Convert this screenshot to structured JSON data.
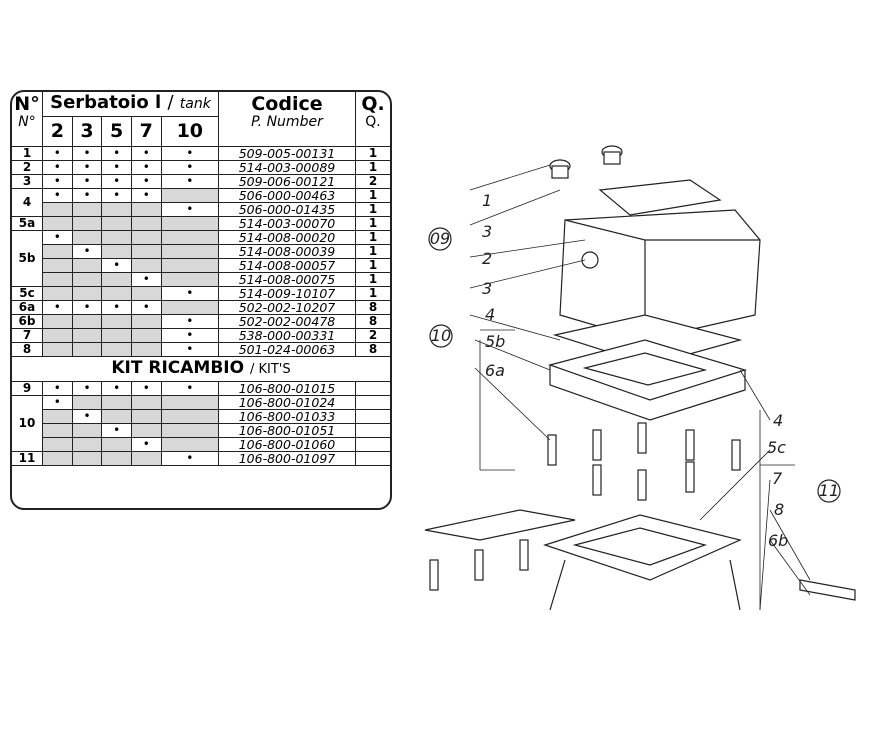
{
  "header": {
    "no": "N°",
    "no_sub": "N°",
    "tank_title": "Serbatoio l",
    "tank_sep": "/",
    "tank_en": "tank",
    "tanks": [
      "2",
      "3",
      "5",
      "7",
      "10"
    ],
    "code": "Codice",
    "code_sub": "P. Number",
    "q": "Q.",
    "q_sub": "Q."
  },
  "groups": [
    {
      "no": "1",
      "rows": [
        {
          "t": [
            1,
            1,
            1,
            1,
            1
          ],
          "code": "509-005-00131",
          "q": "1"
        }
      ]
    },
    {
      "no": "2",
      "rows": [
        {
          "t": [
            1,
            1,
            1,
            1,
            1
          ],
          "code": "514-003-00089",
          "q": "1"
        }
      ]
    },
    {
      "no": "3",
      "rows": [
        {
          "t": [
            1,
            1,
            1,
            1,
            1
          ],
          "code": "509-006-00121",
          "q": "2"
        }
      ]
    },
    {
      "no": "4",
      "rows": [
        {
          "t": [
            1,
            1,
            1,
            1,
            0
          ],
          "code": "506-000-00463",
          "q": "1"
        },
        {
          "t": [
            0,
            0,
            0,
            0,
            1
          ],
          "code": "506-000-01435",
          "q": "1"
        }
      ]
    },
    {
      "no": "5a",
      "rows": [
        {
          "t": [
            0,
            0,
            0,
            0,
            0
          ],
          "code": "514-003-00070",
          "q": "1"
        }
      ]
    },
    {
      "no": "5b",
      "rows": [
        {
          "t": [
            1,
            0,
            0,
            0,
            0
          ],
          "code": "514-008-00020",
          "q": "1"
        },
        {
          "t": [
            0,
            1,
            0,
            0,
            0
          ],
          "code": "514-008-00039",
          "q": "1"
        },
        {
          "t": [
            0,
            0,
            1,
            0,
            0
          ],
          "code": "514-008-00057",
          "q": "1"
        },
        {
          "t": [
            0,
            0,
            0,
            1,
            0
          ],
          "code": "514-008-00075",
          "q": "1"
        }
      ]
    },
    {
      "no": "5c",
      "rows": [
        {
          "t": [
            0,
            0,
            0,
            0,
            1
          ],
          "code": "514-009-10107",
          "q": "1"
        }
      ]
    },
    {
      "no": "6a",
      "rows": [
        {
          "t": [
            1,
            1,
            1,
            1,
            0
          ],
          "code": "502-002-10207",
          "q": "8"
        }
      ]
    },
    {
      "no": "6b",
      "rows": [
        {
          "t": [
            0,
            0,
            0,
            0,
            1
          ],
          "code": "502-002-00478",
          "q": "8"
        }
      ]
    },
    {
      "no": "7",
      "rows": [
        {
          "t": [
            0,
            0,
            0,
            0,
            1
          ],
          "code": "538-000-00331",
          "q": "2"
        }
      ]
    },
    {
      "no": "8",
      "rows": [
        {
          "t": [
            0,
            0,
            0,
            0,
            1
          ],
          "code": "501-024-00063",
          "q": "8"
        }
      ]
    }
  ],
  "kit": {
    "title": "KIT RICAMBIO",
    "sep": "/ KIT'S"
  },
  "kit_groups": [
    {
      "no": "9",
      "rows": [
        {
          "t": [
            1,
            1,
            1,
            1,
            1
          ],
          "code": "106-800-01015",
          "q": ""
        }
      ]
    },
    {
      "no": "10",
      "rows": [
        {
          "t": [
            1,
            0,
            0,
            0,
            0
          ],
          "code": "106-800-01024",
          "q": ""
        },
        {
          "t": [
            0,
            1,
            0,
            0,
            0
          ],
          "code": "106-800-01033",
          "q": ""
        },
        {
          "t": [
            0,
            0,
            1,
            0,
            0
          ],
          "code": "106-800-01051",
          "q": ""
        },
        {
          "t": [
            0,
            0,
            0,
            1,
            0
          ],
          "code": "106-800-01060",
          "q": ""
        }
      ]
    },
    {
      "no": "11",
      "rows": [
        {
          "t": [
            0,
            0,
            0,
            0,
            1
          ],
          "code": "106-800-01097",
          "q": ""
        }
      ]
    }
  ],
  "dot": "•",
  "diagram": {
    "labels": [
      "1",
      "3",
      "2",
      "3",
      "4",
      "5b",
      "6a",
      "4",
      "5c",
      "7",
      "8",
      "6b"
    ],
    "circles": [
      "09",
      "10",
      "11"
    ]
  }
}
